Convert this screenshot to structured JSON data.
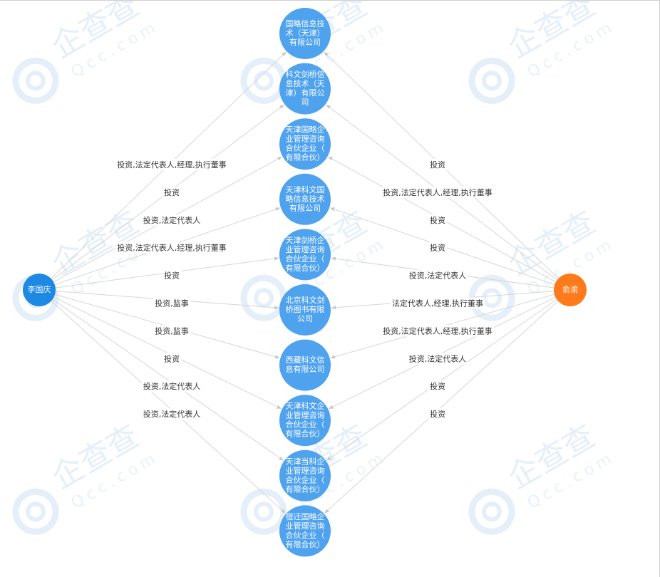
{
  "colors": {
    "company": "#4ea2ee",
    "person_left": "#1e88e5",
    "person_right": "#ff7a1a",
    "edge": "#d6d6d6",
    "watermark": "#e3eef9"
  },
  "watermark": {
    "brand": "企查查",
    "domain": "Qcc.com",
    "icon": "qcc-logo-icon"
  },
  "persons": [
    {
      "id": "p1",
      "name": "李国庆",
      "side": "left"
    },
    {
      "id": "p2",
      "name": "俞渝",
      "side": "right"
    }
  ],
  "companies": [
    {
      "id": "c0",
      "lines": [
        "国略信息技",
        "术（天津）",
        "有限公司"
      ]
    },
    {
      "id": "c1",
      "lines": [
        "科文剑桥信",
        "息技术（天",
        "津）有限公",
        "司"
      ]
    },
    {
      "id": "c2",
      "lines": [
        "天津国略企",
        "业管理咨询",
        "合伙企业（",
        "有限合伙）"
      ]
    },
    {
      "id": "c3",
      "lines": [
        "天津科文国",
        "略信息技术",
        "有限公司"
      ]
    },
    {
      "id": "c4",
      "lines": [
        "天津剑桥企",
        "业管理咨询",
        "合伙企业（",
        "有限合伙）"
      ]
    },
    {
      "id": "c5",
      "lines": [
        "北京科文剑",
        "桥图书有限",
        "公司"
      ]
    },
    {
      "id": "c6",
      "lines": [
        "西藏科文信",
        "息有限公司"
      ]
    },
    {
      "id": "c7",
      "lines": [
        "天津科文企",
        "业管理咨询",
        "合伙企业（",
        "有限合伙）"
      ]
    },
    {
      "id": "c8",
      "lines": [
        "天津当科企",
        "业管理咨询",
        "合伙企业（",
        "有限合伙）"
      ]
    },
    {
      "id": "c9",
      "lines": [
        "宿迁国略企",
        "业管理咨询",
        "合伙企业（",
        "有限合伙）"
      ]
    }
  ],
  "left_edges": [
    {
      "target": "c0",
      "label": "投资,法定代表人,经理,执行董事"
    },
    {
      "target": "c1",
      "label": "投资"
    },
    {
      "target": "c2",
      "label": "投资,法定代表人"
    },
    {
      "target": "c3",
      "label": "投资,法定代表人,经理,执行董事"
    },
    {
      "target": "c4",
      "label": "投资"
    },
    {
      "target": "c5",
      "label": "投资,监事"
    },
    {
      "target": "c6",
      "label": "投资,监事"
    },
    {
      "target": "c7",
      "label": "投资"
    },
    {
      "target": "c8",
      "label": "投资,法定代表人"
    },
    {
      "target": "c9",
      "label": "投资,法定代表人"
    }
  ],
  "right_edges": [
    {
      "target": "c0",
      "label": "投资"
    },
    {
      "target": "c1",
      "label": "投资,法定代表人,经理,执行董事"
    },
    {
      "target": "c2",
      "label": "投资"
    },
    {
      "target": "c3",
      "label": "投资"
    },
    {
      "target": "c4",
      "label": "投资,法定代表人"
    },
    {
      "target": "c5",
      "label": "法定代表人,经理,执行董事"
    },
    {
      "target": "c6",
      "label": "投资,法定代表人,经理,执行董事"
    },
    {
      "target": "c7",
      "label": "投资,法定代表人"
    },
    {
      "target": "c8",
      "label": "投资"
    },
    {
      "target": "c9",
      "label": "投资"
    }
  ]
}
